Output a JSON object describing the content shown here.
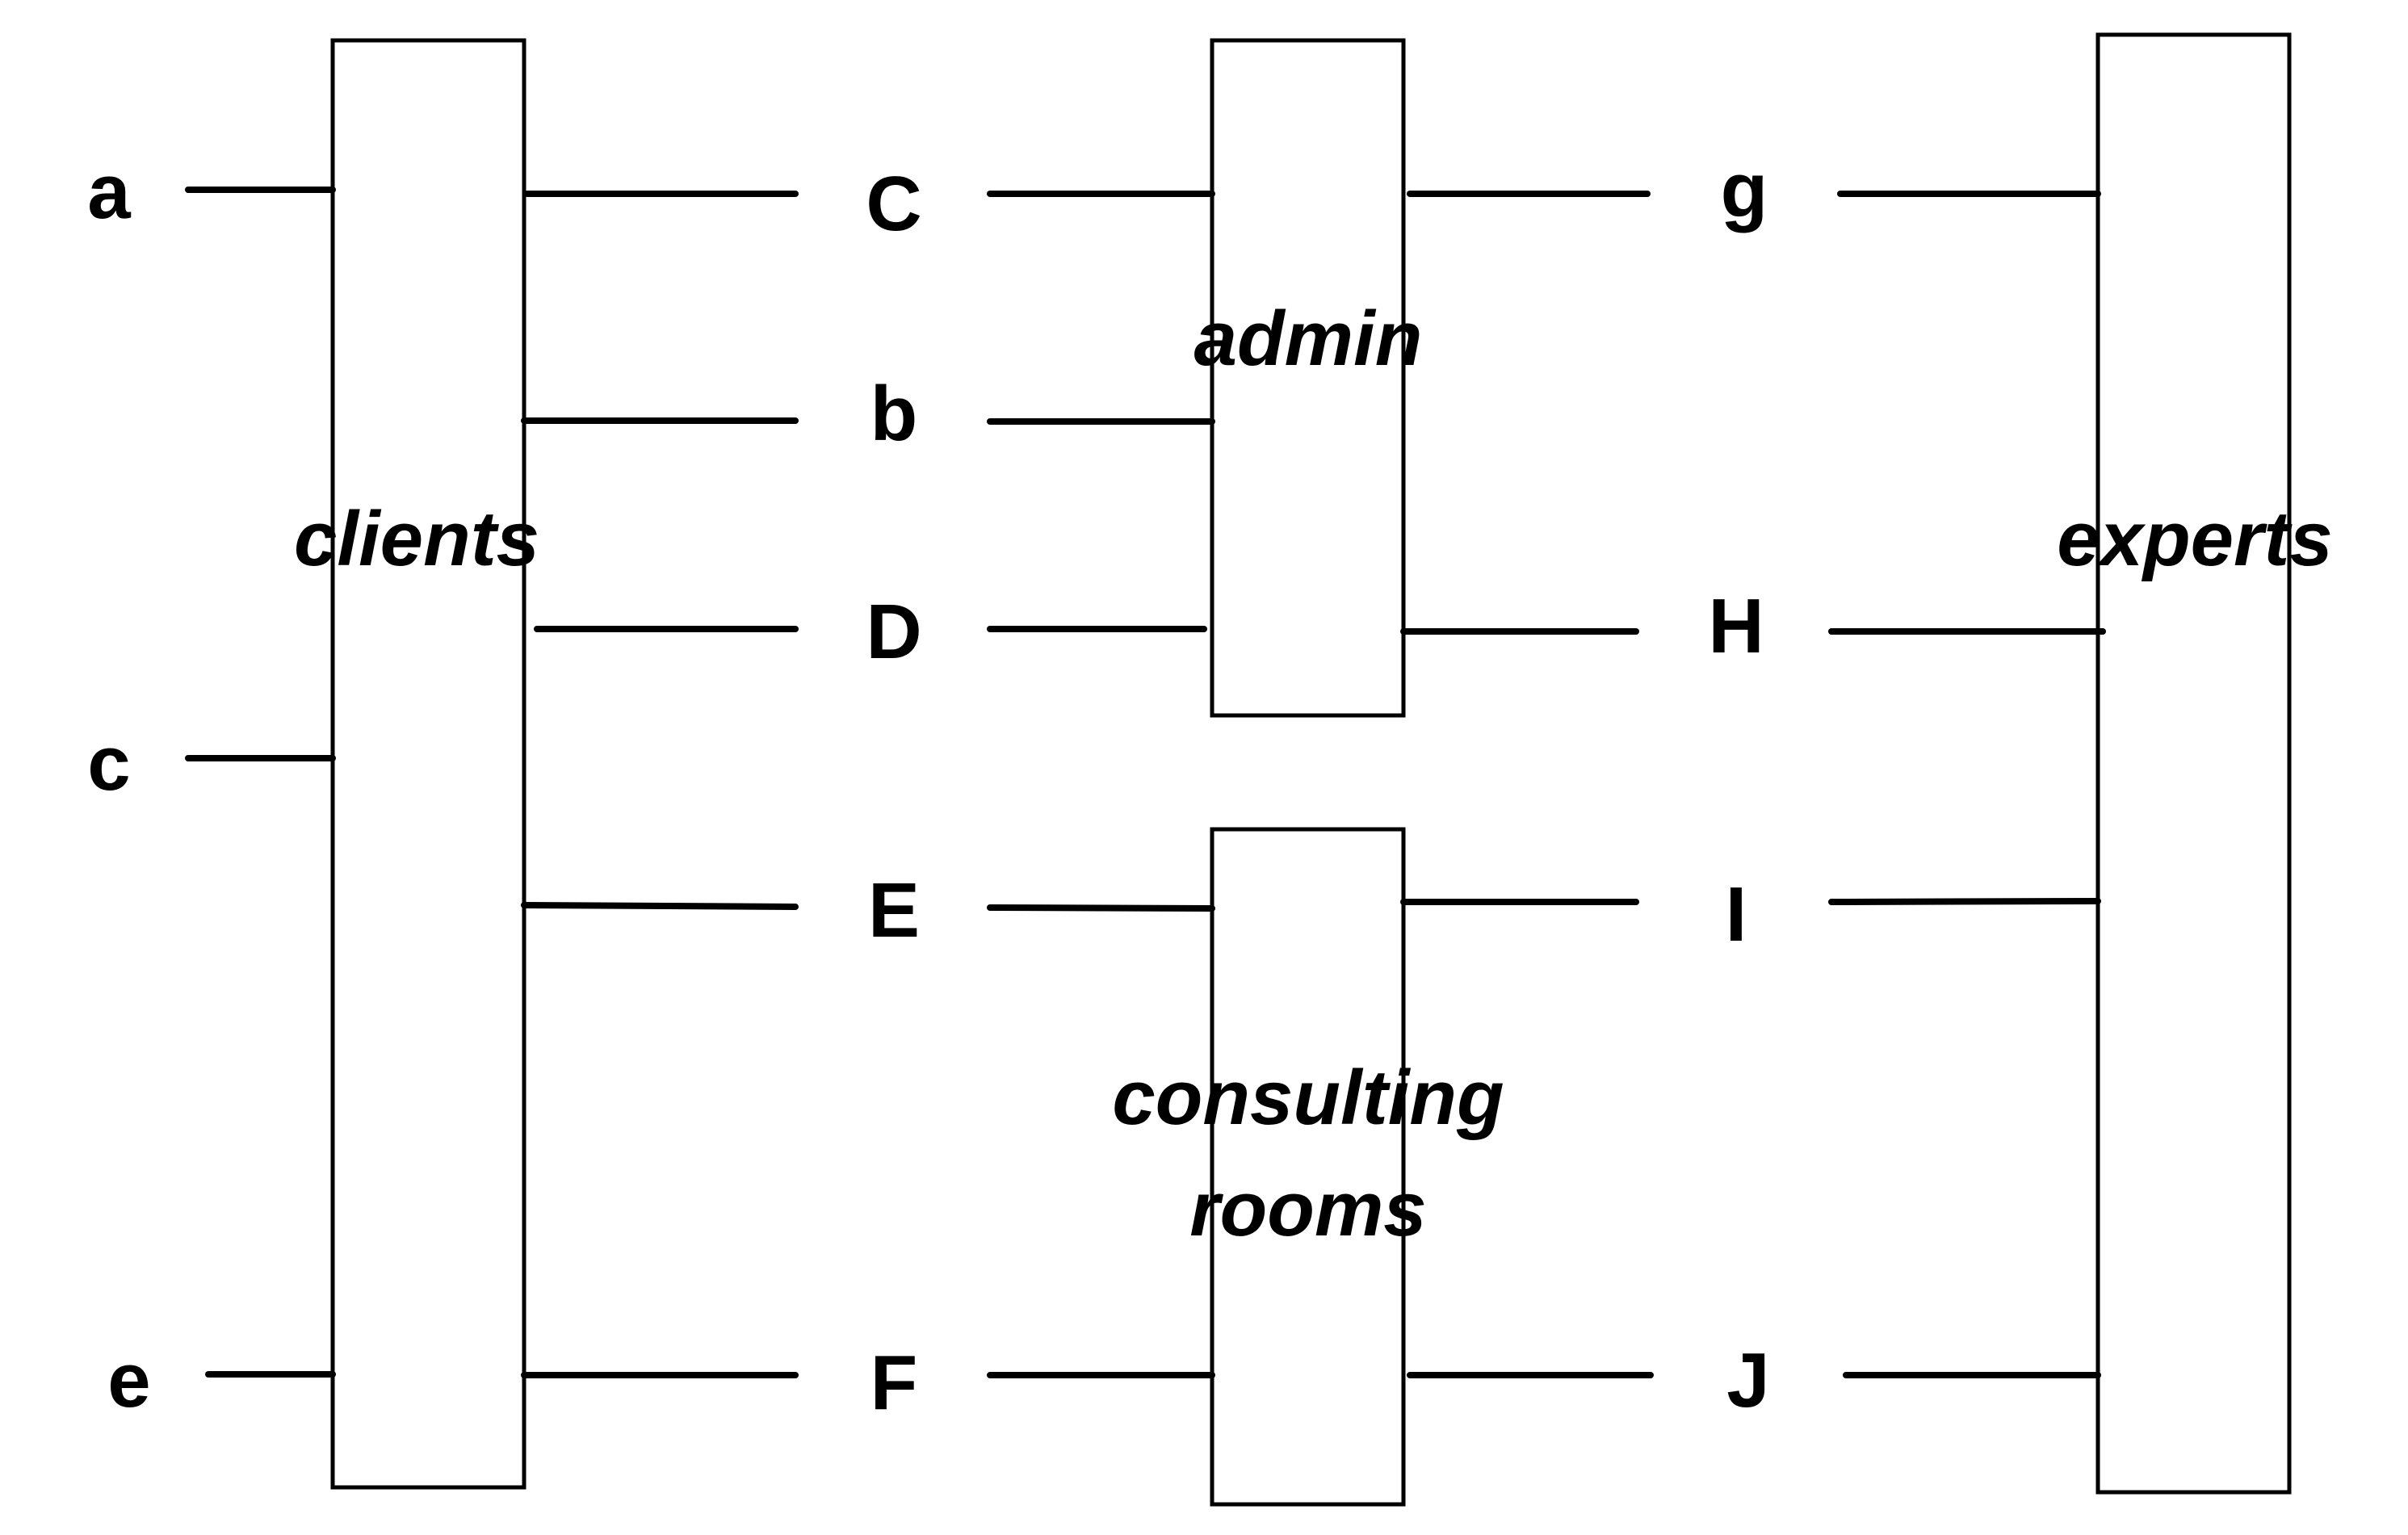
{
  "boxes": {
    "clients": {
      "label": "clients"
    },
    "admin": {
      "label": "admin"
    },
    "consulting_rooms": {
      "label_line1": "consulting",
      "label_line2": "rooms"
    },
    "experts": {
      "label": "experts"
    }
  },
  "nodes": {
    "a": "a",
    "c": "c",
    "e": "e",
    "C": "C",
    "b": "b",
    "D": "D",
    "E": "E",
    "F": "F",
    "g": "g",
    "H": "H",
    "I": "I",
    "J": "J"
  },
  "colors": {
    "stroke": "#000000",
    "background": "#ffffff"
  }
}
